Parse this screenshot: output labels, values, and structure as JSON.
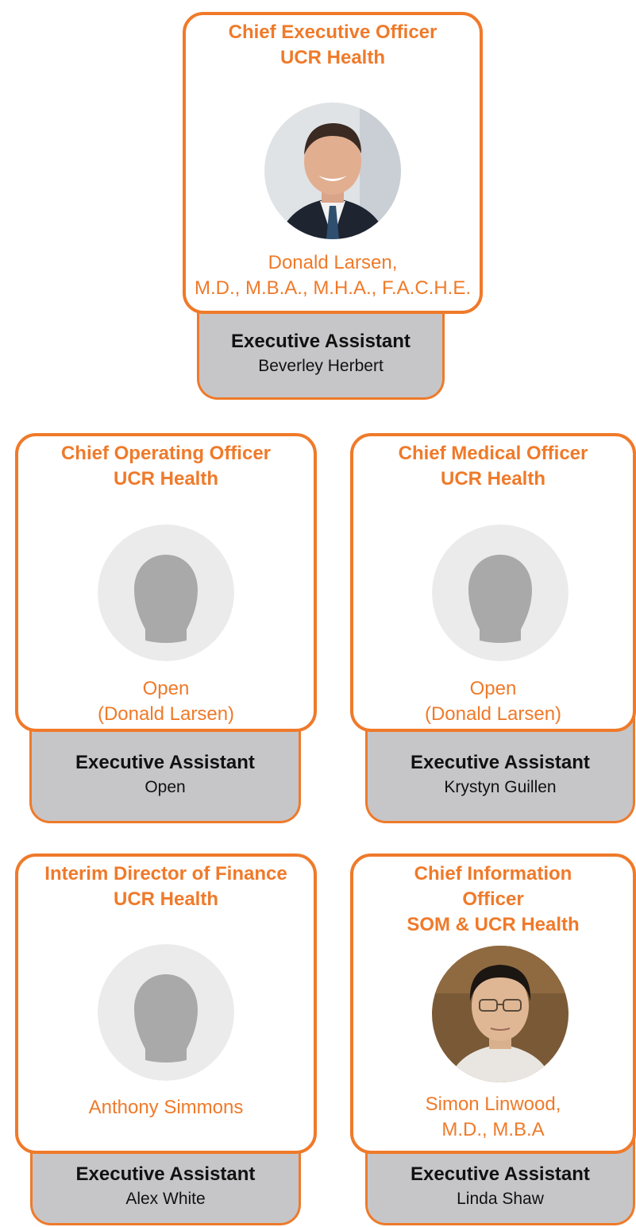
{
  "colors": {
    "accent": "#ef7a2a",
    "assistant_bg": "#c6c6c8",
    "placeholder_bg": "#ebebeb",
    "placeholder_fg": "#a9a9a9"
  },
  "nodes": {
    "ceo": {
      "title_lines": [
        "Chief Executive Officer",
        "UCR Health"
      ],
      "name_lines": [
        "Donald Larsen,",
        "M.D., M.B.A., M.H.A., F.A.C.H.E."
      ],
      "photo": "portrait-photo",
      "assistant_role": "Executive Assistant",
      "assistant_name": "Beverley Herbert"
    },
    "coo": {
      "title_lines": [
        "Chief Operating Officer",
        "UCR Health"
      ],
      "name_lines": [
        "Open",
        "(Donald Larsen)"
      ],
      "photo": "person-placeholder-icon",
      "assistant_role": "Executive Assistant",
      "assistant_name": "Open"
    },
    "cmo": {
      "title_lines": [
        "Chief Medical Officer",
        "UCR Health"
      ],
      "name_lines": [
        "Open",
        "(Donald Larsen)"
      ],
      "photo": "person-placeholder-icon",
      "assistant_role": "Executive Assistant",
      "assistant_name": "Krystyn Guillen"
    },
    "finance": {
      "title_lines": [
        "Interim Director of Finance",
        "UCR Health"
      ],
      "name_lines": [
        "Anthony Simmons"
      ],
      "photo": "person-placeholder-icon",
      "assistant_role": "Executive Assistant",
      "assistant_name": "Alex White"
    },
    "cio": {
      "title_lines": [
        "Chief Information",
        "Officer",
        "SOM & UCR Health"
      ],
      "name_lines": [
        "Simon Linwood,",
        "M.D., M.B.A"
      ],
      "photo": "portrait-photo",
      "assistant_role": "Executive Assistant",
      "assistant_name": "Linda Shaw"
    }
  }
}
